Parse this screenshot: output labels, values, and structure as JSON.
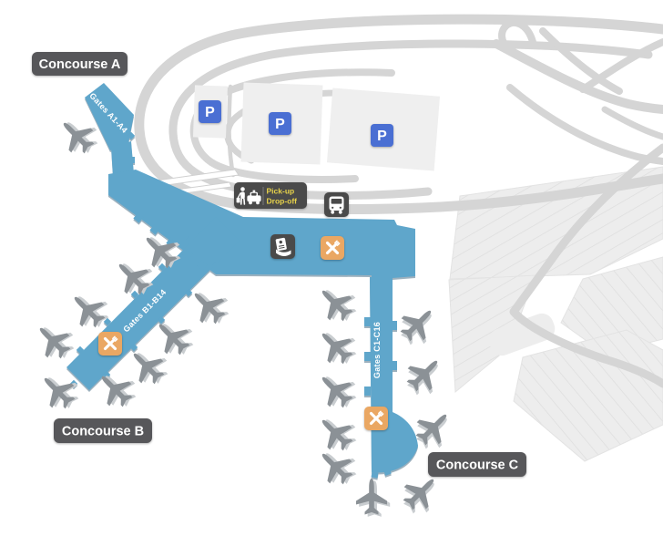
{
  "title": "Airport terminal map",
  "labels": {
    "concourse_a": "Concourse A",
    "concourse_b": "Concourse B",
    "concourse_c": "Concourse C"
  },
  "gates": {
    "a": "Gates A1-A4",
    "b": "Gates B1-B14",
    "c": "Gates C1-C16"
  },
  "signs": {
    "pickup_line1": "Pick-up",
    "pickup_line2": "Drop-off",
    "parking_letter": "P"
  },
  "icons": {
    "parking": "parking-icon",
    "pickup_dropoff": "taxi-pickup-dropoff-icon",
    "bus": "bus-icon",
    "passport": "passport-control-icon",
    "food": "restaurant-icon",
    "plane": "airplane-icon"
  },
  "colors": {
    "terminal": "#5fa6cb",
    "road": "#d5d5d5",
    "lot": "#efefef",
    "apron": "#ededed",
    "apron_line": "#dddddd",
    "plane": "#8b9196",
    "plane_shadow": "#c9cdd0",
    "label_bg": "#57575a",
    "label_text": "#ffffff",
    "gate_text": "#ffffff",
    "parking_blue": "#4a6fd3",
    "food_orange": "#eaa763",
    "icon_dark": "#4a4a4a",
    "pickup_yellow": "#e8d34a"
  }
}
